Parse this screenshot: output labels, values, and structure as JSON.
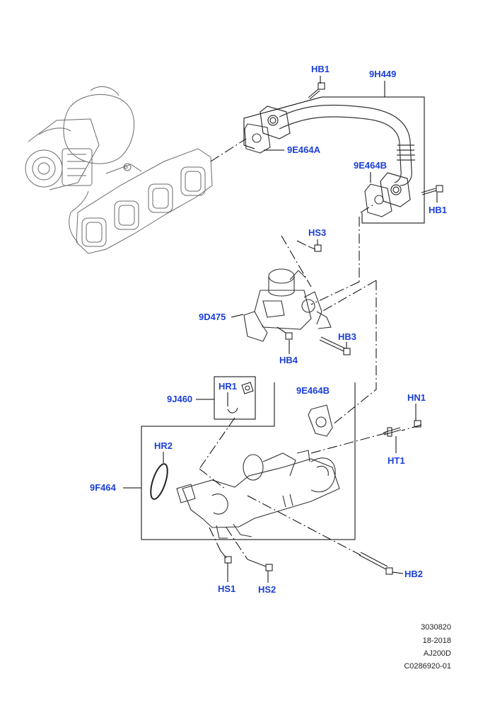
{
  "callouts": {
    "hb1_top": "HB1",
    "p9h449": "9H449",
    "p9e464a": "9E464A",
    "p9e464b_top": "9E464B",
    "hb1_right": "HB1",
    "hs3": "HS3",
    "p9d475": "9D475",
    "hb3": "HB3",
    "hb4": "HB4",
    "hr1": "HR1",
    "p9j460": "9J460",
    "p9e464b_mid": "9E464B",
    "hn1": "HN1",
    "ht1": "HT1",
    "hr2": "HR2",
    "p9f464": "9F464",
    "hs1": "HS1",
    "hs2": "HS2",
    "hb2": "HB2"
  },
  "reference": {
    "line1": "3030820",
    "line2": "18-2018",
    "line3": "AJ200D",
    "line4": "C0286920-01"
  },
  "colors": {
    "callout": "#1a3fd8",
    "line": "#000000",
    "sketch": "#555555"
  }
}
